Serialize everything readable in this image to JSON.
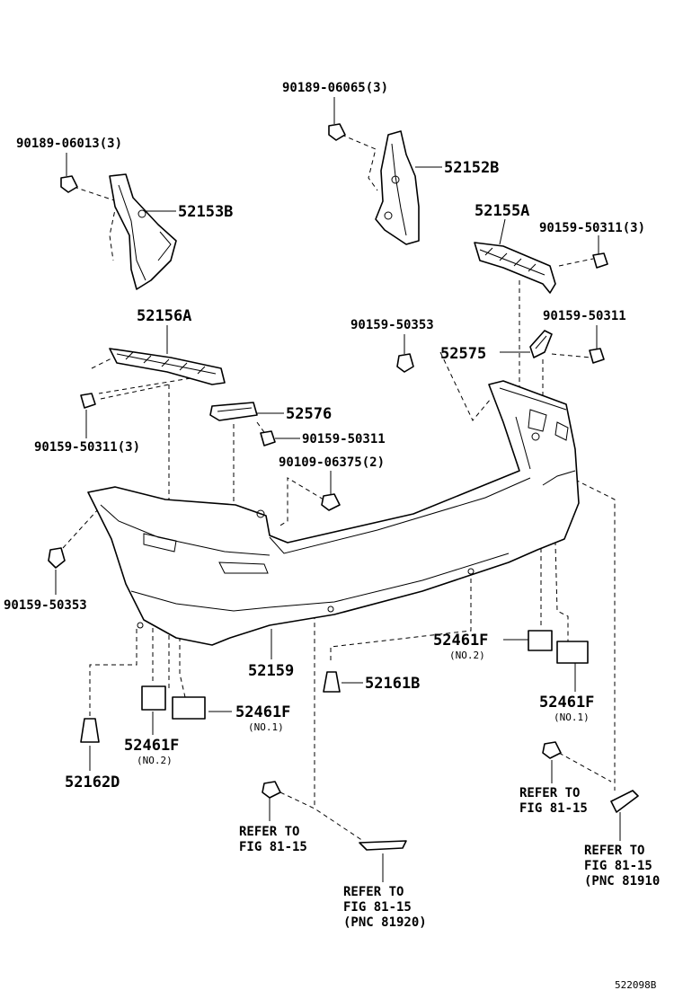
{
  "labels": {
    "bolt_90189_06065": "90189-06065(3)",
    "bolt_90189_06013": "90189-06013(3)",
    "bracket_52152B": "52152B",
    "bracket_52153B": "52153B",
    "retainer_52155A": "52155A",
    "screw_90159_50311_3_right": "90159-50311(3)",
    "retainer_52156A": "52156A",
    "screw_90159_50353_center": "90159-50353",
    "screw_90159_50311_right": "90159-50311",
    "bracket_52575": "52575",
    "bracket_52576": "52576",
    "screw_90159_50311_center": "90159-50311",
    "screw_90159_50311_3_left": "90159-50311(3)",
    "bolt_90109_06375": "90109-06375(2)",
    "screw_90159_50353_left": "90159-50353",
    "bumper_52159": "52159",
    "clip_52161B": "52161B",
    "pad_52461F_no2_right": "52461F",
    "pad_52461F_no2_right_sub": "(NO.2)",
    "pad_52461F_no1_right": "52461F",
    "pad_52461F_no1_right_sub": "(NO.1)",
    "pad_52461F_no1_left": "52461F",
    "pad_52461F_no1_left_sub": "(NO.1)",
    "pad_52461F_no2_left": "52461F",
    "pad_52461F_no2_left_sub": "(NO.2)",
    "clip_52162D": "52162D",
    "refer_right_1": "REFER TO",
    "refer_right_2": "FIG 81-15",
    "refer_center_1": "REFER TO",
    "refer_center_2": "FIG 81-15",
    "refer_far_right_1": "REFER TO",
    "refer_far_right_2": "FIG 81-15",
    "refer_far_right_3": "(PNC 81910",
    "refer_bottom_1": "REFER TO",
    "refer_bottom_2": "FIG 81-15",
    "refer_bottom_3": "(PNC 81920)",
    "figure_id": "522098B"
  }
}
